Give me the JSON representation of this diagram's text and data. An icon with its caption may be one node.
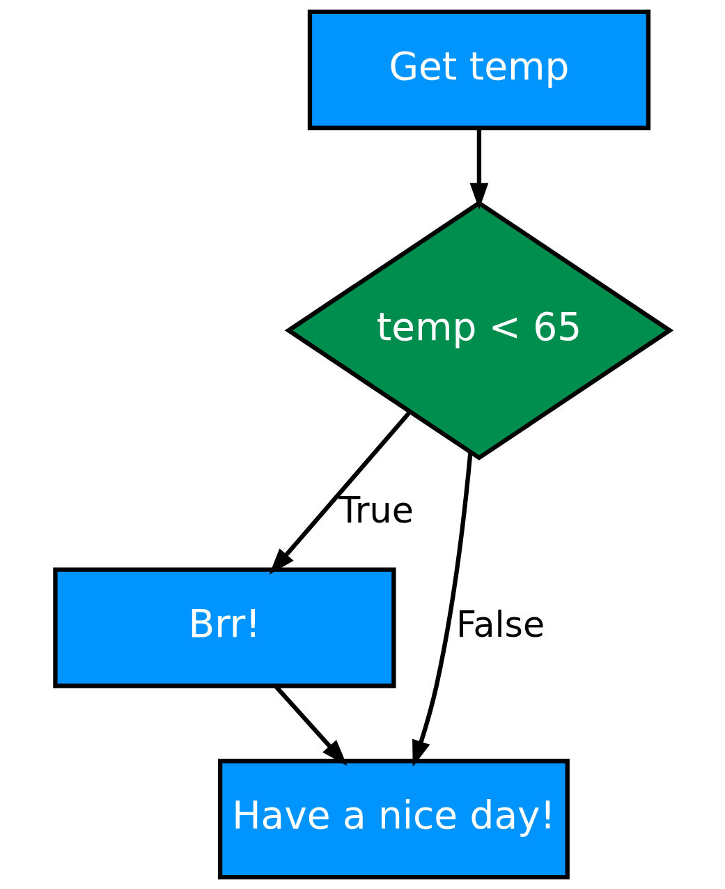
{
  "diagram": {
    "nodes": [
      {
        "text": [
          "Get temp"
        ]
      },
      {
        "text": [
          "temp < 65"
        ]
      },
      {
        "text": [
          "Brr!"
        ]
      },
      {
        "text": [
          "Have a nice day!"
        ]
      }
    ],
    "edges": [
      {
        "from": 0,
        "to": 1,
        "arrow": "to"
      },
      {
        "from": 1,
        "to": 2,
        "arrow": "to",
        "label": "True"
      },
      {
        "from": 1,
        "to": 3,
        "arrow": "to",
        "label": "False"
      },
      {
        "from": 2,
        "to": 3,
        "arrow": "to"
      }
    ]
  }
}
